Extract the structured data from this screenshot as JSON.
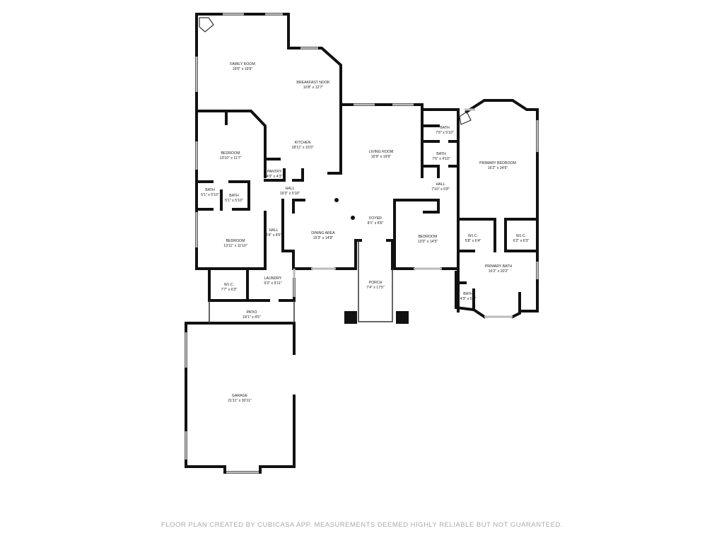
{
  "rooms": {
    "family_room": {
      "name": "FAMILY ROOM",
      "dims": "19'0\" x 19'9\""
    },
    "breakfast_nook": {
      "name": "BREAKFAST NOOK",
      "dims": "10'8\" x 12'7\""
    },
    "kitchen": {
      "name": "KITCHEN",
      "dims": "18'11\" x 15'0\""
    },
    "bedroom_1": {
      "name": "BEDROOM",
      "dims": "13'10\" x 11'7\""
    },
    "pantry": {
      "name": "PANTRY",
      "dims": "4'0\" x 4'3\""
    },
    "hall_1": {
      "name": "HALL",
      "dims": "19'3\" x 5'10\""
    },
    "bath_1": {
      "name": "BATH",
      "dims": "5'1\" x 5'10\""
    },
    "bath_2": {
      "name": "BATH",
      "dims": "5'1\" x 5'10\""
    },
    "bedroom_2": {
      "name": "BEDROOM",
      "dims": "13'11\" x 11'10\""
    },
    "hall_2": {
      "name": "HALL",
      "dims": "3'4\" x 8'6\""
    },
    "wic_1": {
      "name": "W.I.C.",
      "dims": "7'7\" x 6'3\""
    },
    "laundry": {
      "name": "LAUNDRY",
      "dims": "9'3\" x 9'11\""
    },
    "patio": {
      "name": "PATIO",
      "dims": "18'1\" x 4'5\""
    },
    "garage": {
      "name": "GARAGE",
      "dims": "21'11\" x 30'11\""
    },
    "living_room": {
      "name": "LIVING ROOM",
      "dims": "16'9\" x 19'6\""
    },
    "dining_area": {
      "name": "DINING AREA",
      "dims": "15'3\" x 14'8\""
    },
    "foyer": {
      "name": "FOYER",
      "dims": "8'1\" x 8'6\""
    },
    "porch": {
      "name": "PORCH",
      "dims": "7'4\" x 17'5\""
    },
    "bath_3": {
      "name": "BATH",
      "dims": "7'6\" x 5'10\""
    },
    "bath_4": {
      "name": "BATH",
      "dims": "7'6\" x 4'10\""
    },
    "hall_3": {
      "name": "HALL",
      "dims": "7'10\" x 6'8\""
    },
    "bedroom_3": {
      "name": "BEDROOM",
      "dims": "13'0\" x 14'5\""
    },
    "primary_bedroom": {
      "name": "PRIMARY BEDROOM",
      "dims": "16'2\" x 24'5\""
    },
    "wic_2": {
      "name": "W.I.C.",
      "dims": "5'8\" x 6'4\""
    },
    "wic_3": {
      "name": "W.I.C.",
      "dims": "6'2\" x 6'3\""
    },
    "primary_bath": {
      "name": "PRIMARY BATH",
      "dims": "16'2\" x 20'2\""
    },
    "bath_5": {
      "name": "BATH",
      "dims": "4'3\" x 5'7\""
    }
  },
  "footer": "FLOOR PLAN CREATED BY CUBICASA APP. MEASUREMENTS DEEMED HIGHLY RELIABLE BUT NOT GUARANTEED."
}
